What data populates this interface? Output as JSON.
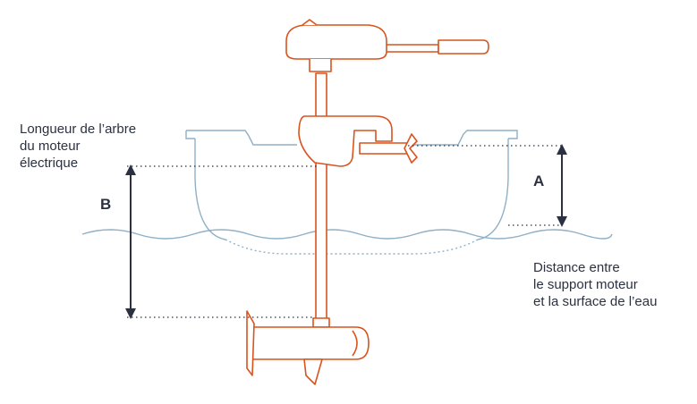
{
  "labels": {
    "shaft_length": "Longueur de l’arbre\ndu moteur\nélectrique",
    "distance": "Distance entre\nle support moteur\net la surface de l’eau",
    "marker_a": "A",
    "marker_b": "B"
  },
  "colors": {
    "motor": "#d9531e",
    "boat": "#8fb0c6",
    "water": "#8fb0c6",
    "dimension": "#2b3140",
    "text": "#2b3140"
  },
  "icons": {
    "motor": "electric-trolling-motor",
    "boat": "boat-hull-cross-section",
    "water": "water-surface-wave"
  }
}
